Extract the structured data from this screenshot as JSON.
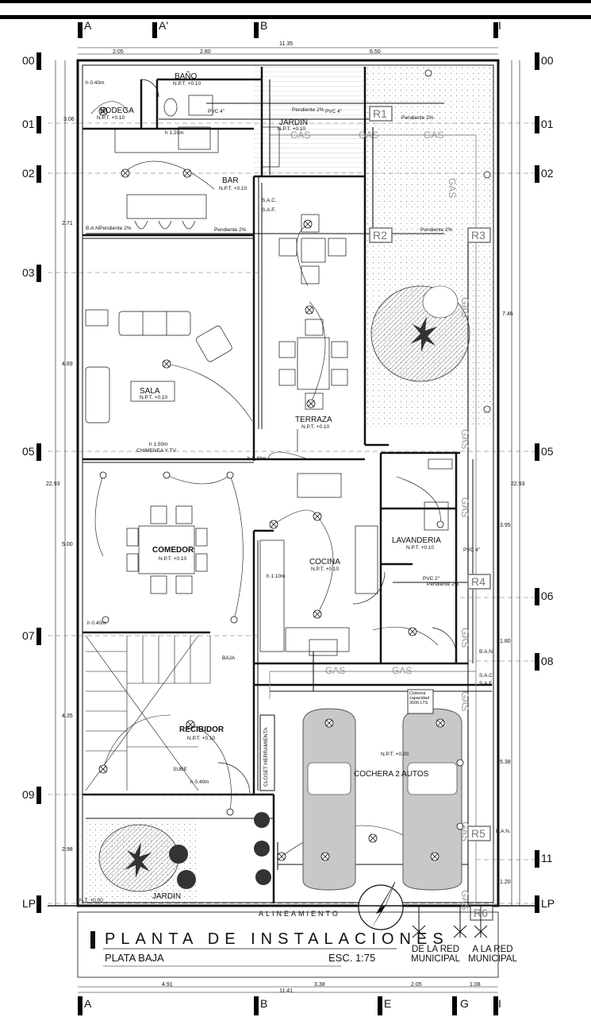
{
  "title": "PLANTA DE INSTALACIONES",
  "subtitle": "PLATA BAJA",
  "scale": "ESC. 1:75",
  "alignment": "ALINEAMIENTO",
  "grid_top": [
    "A",
    "A'",
    "B",
    "I"
  ],
  "grid_bottom": [
    "A",
    "B",
    "E",
    "G",
    "I"
  ],
  "grid_left": [
    "00",
    "01",
    "02",
    "03",
    "05",
    "07",
    "09",
    "LP"
  ],
  "grid_right": [
    "00",
    "01",
    "02",
    "05",
    "06",
    "08",
    "11",
    "LP"
  ],
  "dims_top": [
    "2.05",
    "2.80",
    "11.35",
    "6.50"
  ],
  "dims_bottom": [
    "4.91",
    "3.38",
    "2.05",
    "1.08",
    "11.41"
  ],
  "dims_left": [
    "3.06",
    "2.71",
    "4.89",
    "5.00",
    "4.35",
    "2.98",
    "22.93"
  ],
  "dims_right": [
    "7.46",
    "3.95",
    "1.80",
    "5.38",
    "1.20",
    "22.93"
  ],
  "rooms": {
    "bano": "BAÑO",
    "bodega": "BODEGA",
    "bar": "BAR",
    "jardin_top": "JARDIN",
    "sala": "SALA",
    "chimenea": "CHIMENEA Y TV",
    "terraza": "TERRAZA",
    "comedor": "COMEDOR",
    "cocina": "COCINA",
    "lavanderia": "LAVANDERIA",
    "recibidor": "RECIBIDOR",
    "cochera": "COCHERA 2 AUTOS",
    "jardin_bottom": "JARDIN",
    "closet": "CLOSET HERRAMIENTA"
  },
  "levels": {
    "npt_010": "N.P.T. +0.10",
    "npt_000": "N.P.T. +0.00",
    "nt_000": "N.T. +0.00"
  },
  "notes": {
    "baja": "BAJA",
    "sube": "SUBE",
    "pendiente": "Pendiente 2%",
    "gas": "GAS",
    "cisterna": "Cisterna capacidad 3000 LTS",
    "ban": "B.A.N.",
    "sac": "S.A.C.",
    "saf": "S.A.F.",
    "pvc4": "PVC 4\"",
    "pvc2": "PVC 2\"",
    "h040": "h 0.40m",
    "h150": "h 1.50m",
    "h120": "h 1.20m",
    "h110": "h 1.10m"
  },
  "registers": [
    "R1",
    "R2",
    "R3",
    "R4",
    "R5",
    "R6"
  ],
  "references": {
    "red_municipal_1": "DE LA RED MUNICIPAL",
    "red_municipal_2": "A LA RED MUNICIPAL"
  },
  "colors": {
    "line": "#111111",
    "gas_text": "#999999",
    "hatch": "#bdbdbd",
    "tree": "#555555"
  }
}
